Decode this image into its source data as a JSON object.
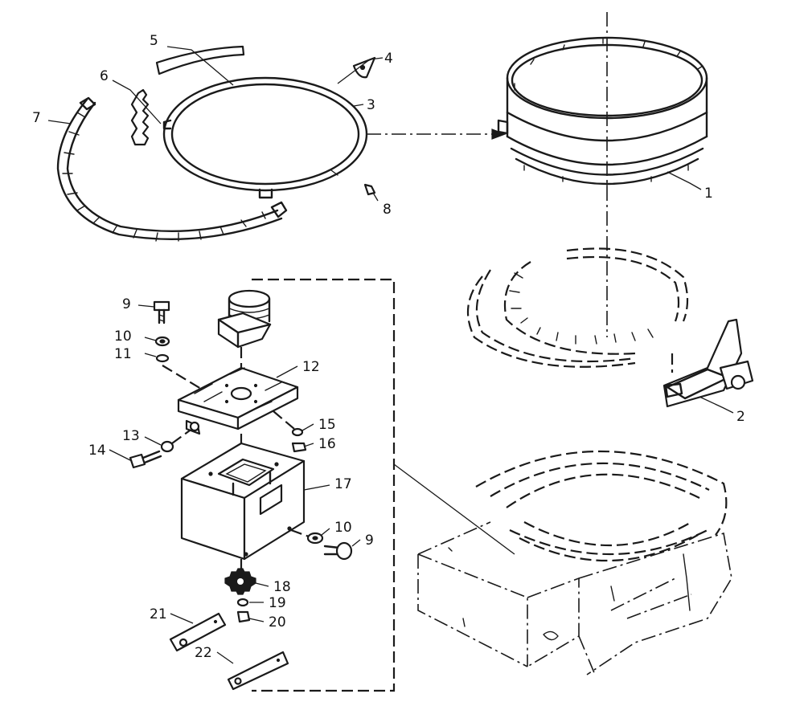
{
  "callouts": {
    "c1": "1",
    "c2": "2",
    "c3": "3",
    "c4": "4",
    "c5": "5",
    "c6": "6",
    "c7": "7",
    "c8": "8",
    "c9a": "9",
    "c9b": "9",
    "c10a": "10",
    "c10b": "10",
    "c11": "11",
    "c12": "12",
    "c13": "13",
    "c14": "14",
    "c15": "15",
    "c16": "16",
    "c17": "17",
    "c18": "18",
    "c19": "19",
    "c20": "20",
    "c21": "21",
    "c22": "22"
  },
  "colors": {
    "ink": "#1a1a1a",
    "paper": "#ffffff"
  }
}
